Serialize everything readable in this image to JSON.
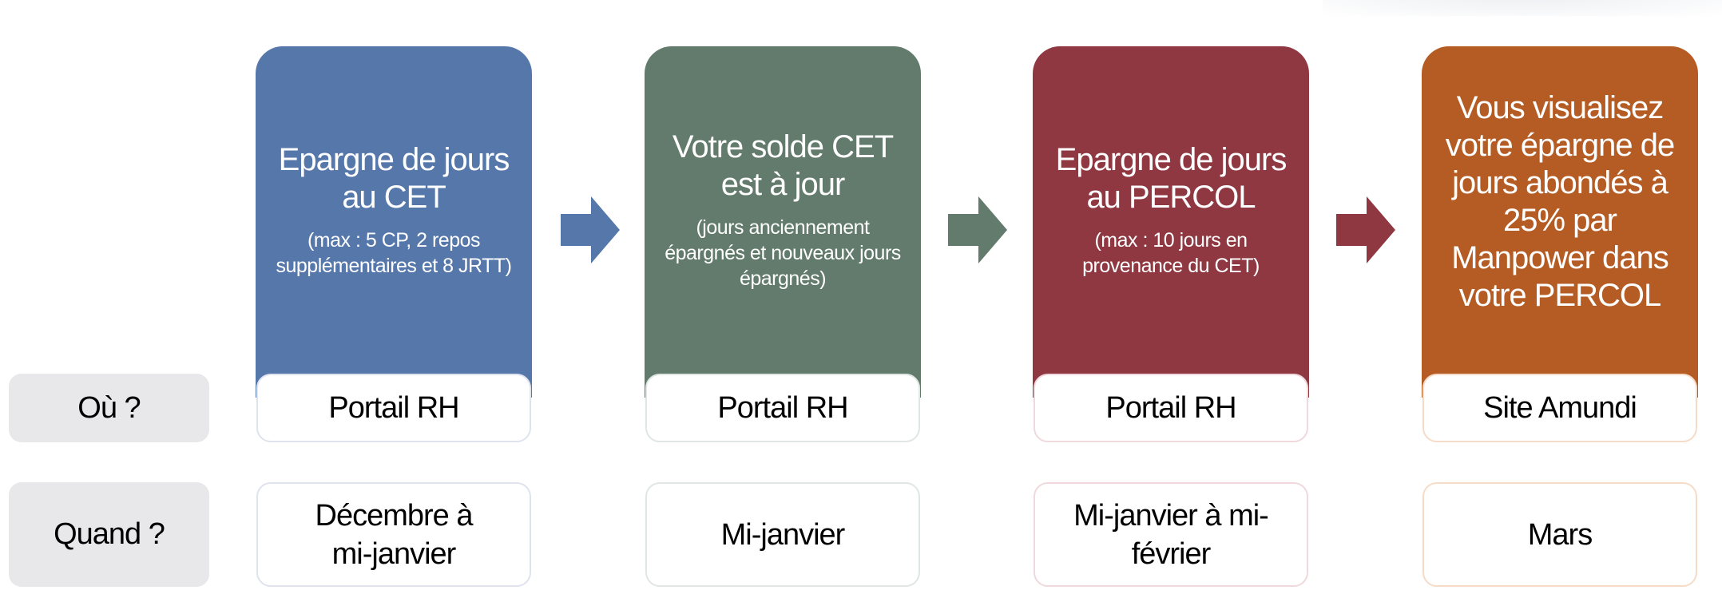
{
  "row_labels": {
    "where": "Où ?",
    "when": "Quand ?"
  },
  "steps": [
    {
      "title": "Epargne de jours au CET",
      "subtitle": "(max : 5 CP, 2 repos supplémentaires et 8 JRTT)",
      "where": "Portail RH",
      "when": "Décembre à mi-janvier",
      "color": "#5677aa",
      "border": "#dfe3ee"
    },
    {
      "title": "Votre solde CET est à jour",
      "subtitle": "(jours anciennement épargnés et nouveaux jours épargnés)",
      "where": "Portail RH",
      "when": "Mi-janvier",
      "color": "#627b6c",
      "border": "#e0e7e3"
    },
    {
      "title": "Epargne de jours au PERCOL",
      "subtitle": "(max : 10 jours en provenance du CET)",
      "where": "Portail RH",
      "when": "Mi-janvier à mi-février",
      "color": "#8f3841",
      "border": "#efd9dc"
    },
    {
      "title": "Vous visualisez votre épargne de jours abondés à 25% par Manpower dans votre PERCOL",
      "subtitle": "",
      "where": "Site Amundi",
      "when": "Mars",
      "color": "#b45c24",
      "border": "#f6dcc8"
    }
  ]
}
